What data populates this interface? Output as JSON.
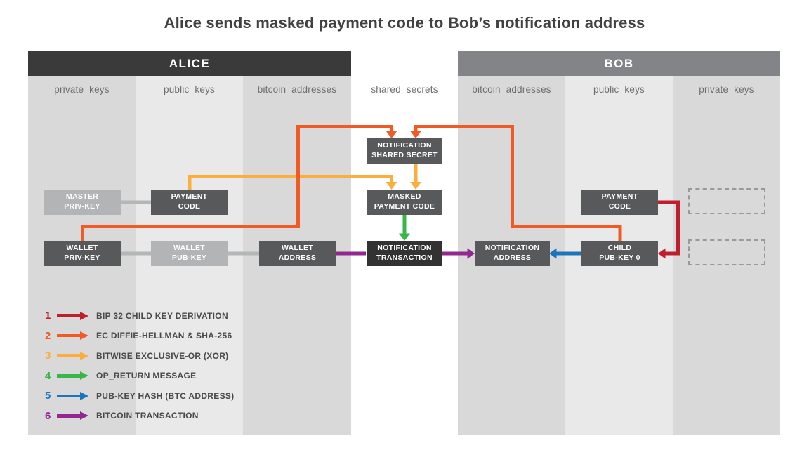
{
  "title": "Alice sends masked payment code to Bob’s notification address",
  "panels": {
    "alice": "ALICE",
    "bob": "BOB"
  },
  "columns": [
    "private keys",
    "public keys",
    "bitcoin addresses",
    "shared secrets",
    "bitcoin addresses",
    "public keys",
    "private keys"
  ],
  "boxes": {
    "master_priv_key": {
      "line1": "MASTER",
      "line2": "PRIV-KEY"
    },
    "payment_code_alice": {
      "line1": "PAYMENT",
      "line2": "CODE"
    },
    "notification_shared_secret": {
      "line1": "NOTIFICATION",
      "line2": "SHARED SECRET"
    },
    "masked_payment_code": {
      "line1": "MASKED",
      "line2": "PAYMENT CODE"
    },
    "wallet_priv_key": {
      "line1": "WALLET",
      "line2": "PRIV-KEY"
    },
    "wallet_pub_key": {
      "line1": "WALLET",
      "line2": "PUB-KEY"
    },
    "wallet_address": {
      "line1": "WALLET",
      "line2": "ADDRESS"
    },
    "notification_transaction": {
      "line1": "NOTIFICATION",
      "line2": "TRANSACTION"
    },
    "notification_address": {
      "line1": "NOTIFICATION",
      "line2": "ADDRESS"
    },
    "child_pub_key_0": {
      "line1": "CHILD",
      "line2": "PUB-KEY 0"
    },
    "payment_code_bob": {
      "line1": "PAYMENT",
      "line2": "CODE"
    }
  },
  "legend": {
    "items": [
      {
        "num": "1",
        "label": "BIP 32 CHILD KEY DERIVATION",
        "color_key": "red"
      },
      {
        "num": "2",
        "label": "EC DIFFIE-HELLMAN & SHA-256",
        "color_key": "orange"
      },
      {
        "num": "3",
        "label": "BITWISE EXCLUSIVE-OR (XOR)",
        "color_key": "yellow"
      },
      {
        "num": "4",
        "label": "OP_RETURN MESSAGE",
        "color_key": "green"
      },
      {
        "num": "5",
        "label": "PUB-KEY HASH (BTC ADDRESS)",
        "color_key": "blue"
      },
      {
        "num": "6",
        "label": "BITCOIN TRANSACTION",
        "color_key": "purple"
      }
    ]
  },
  "colors": {
    "red": "#be1e2d",
    "orange": "#f15a24",
    "yellow": "#fbae3d",
    "green": "#39b54a",
    "blue": "#1b75bc",
    "purple": "#92278f",
    "dark_box": "#58595b",
    "darker_box": "#323232",
    "light_box": "#b2b4b6",
    "alice_header": "#3a3a3a",
    "bob_header": "#828487",
    "band_dark": "#d9d9d9",
    "band_light": "#e9e9e9"
  }
}
